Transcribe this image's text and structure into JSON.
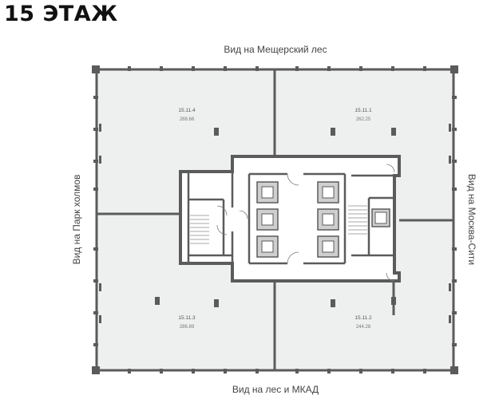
{
  "floor_title": "15 ЭТАЖ",
  "views": {
    "top": "Вид на Мещерский лес",
    "bottom": "Вид на лес и МКАД",
    "left": "Вид на Парк холмов",
    "right": "Вид на Москва-Сити"
  },
  "units": [
    {
      "number": "15.11.4",
      "area": "288.66"
    },
    {
      "number": "15.11.1",
      "area": "262.25"
    },
    {
      "number": "15.11.3",
      "area": "286.89"
    },
    {
      "number": "15.11.2",
      "area": "244.28"
    }
  ],
  "colors": {
    "wall": "#5b5b5b",
    "floor_fill": "#eef0f0",
    "core_fill": "#ffffff",
    "elevator": "#cfcfcf"
  }
}
